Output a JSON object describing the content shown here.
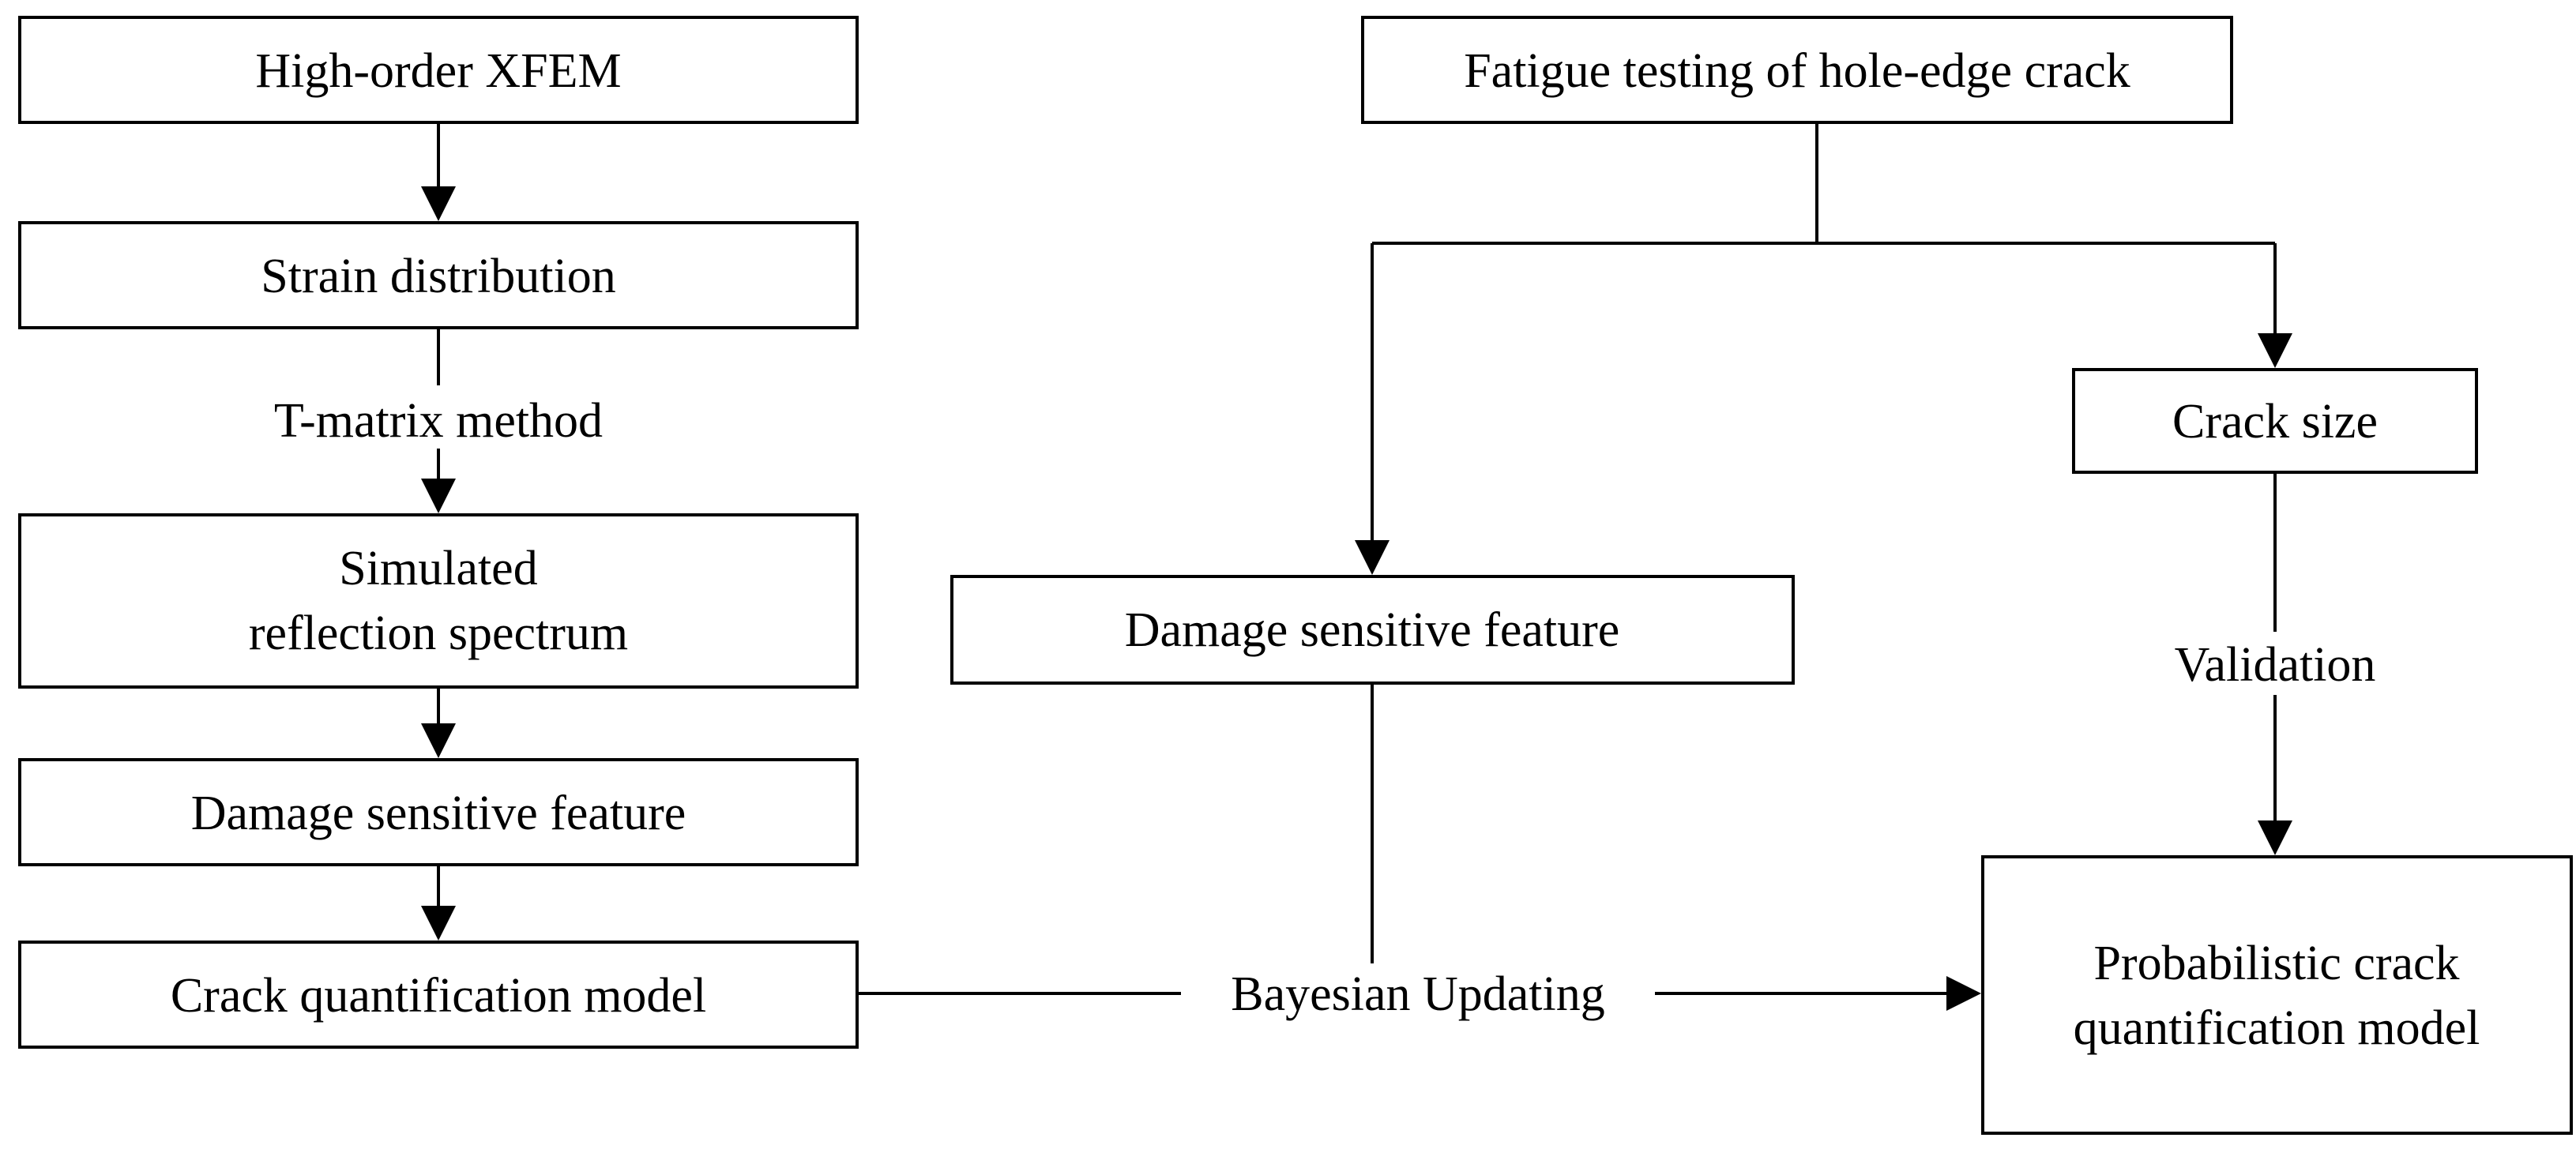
{
  "nodes": {
    "high_order_xfem": "High-order XFEM",
    "strain_distribution": "Strain distribution",
    "simulated_reflection_spectrum": [
      "Simulated",
      "reflection spectrum"
    ],
    "damage_sensitive_feature_left": "Damage sensitive feature",
    "crack_quantification_model": "Crack quantification model",
    "fatigue_testing": "Fatigue testing of hole-edge crack",
    "crack_size": "Crack size",
    "damage_sensitive_feature_right": "Damage sensitive feature",
    "probabilistic_model": [
      "Probabilistic crack",
      "quantification model"
    ]
  },
  "edge_labels": {
    "t_matrix_method": "T-matrix method",
    "validation": "Validation",
    "bayesian_updating": "Bayesian Updating"
  }
}
